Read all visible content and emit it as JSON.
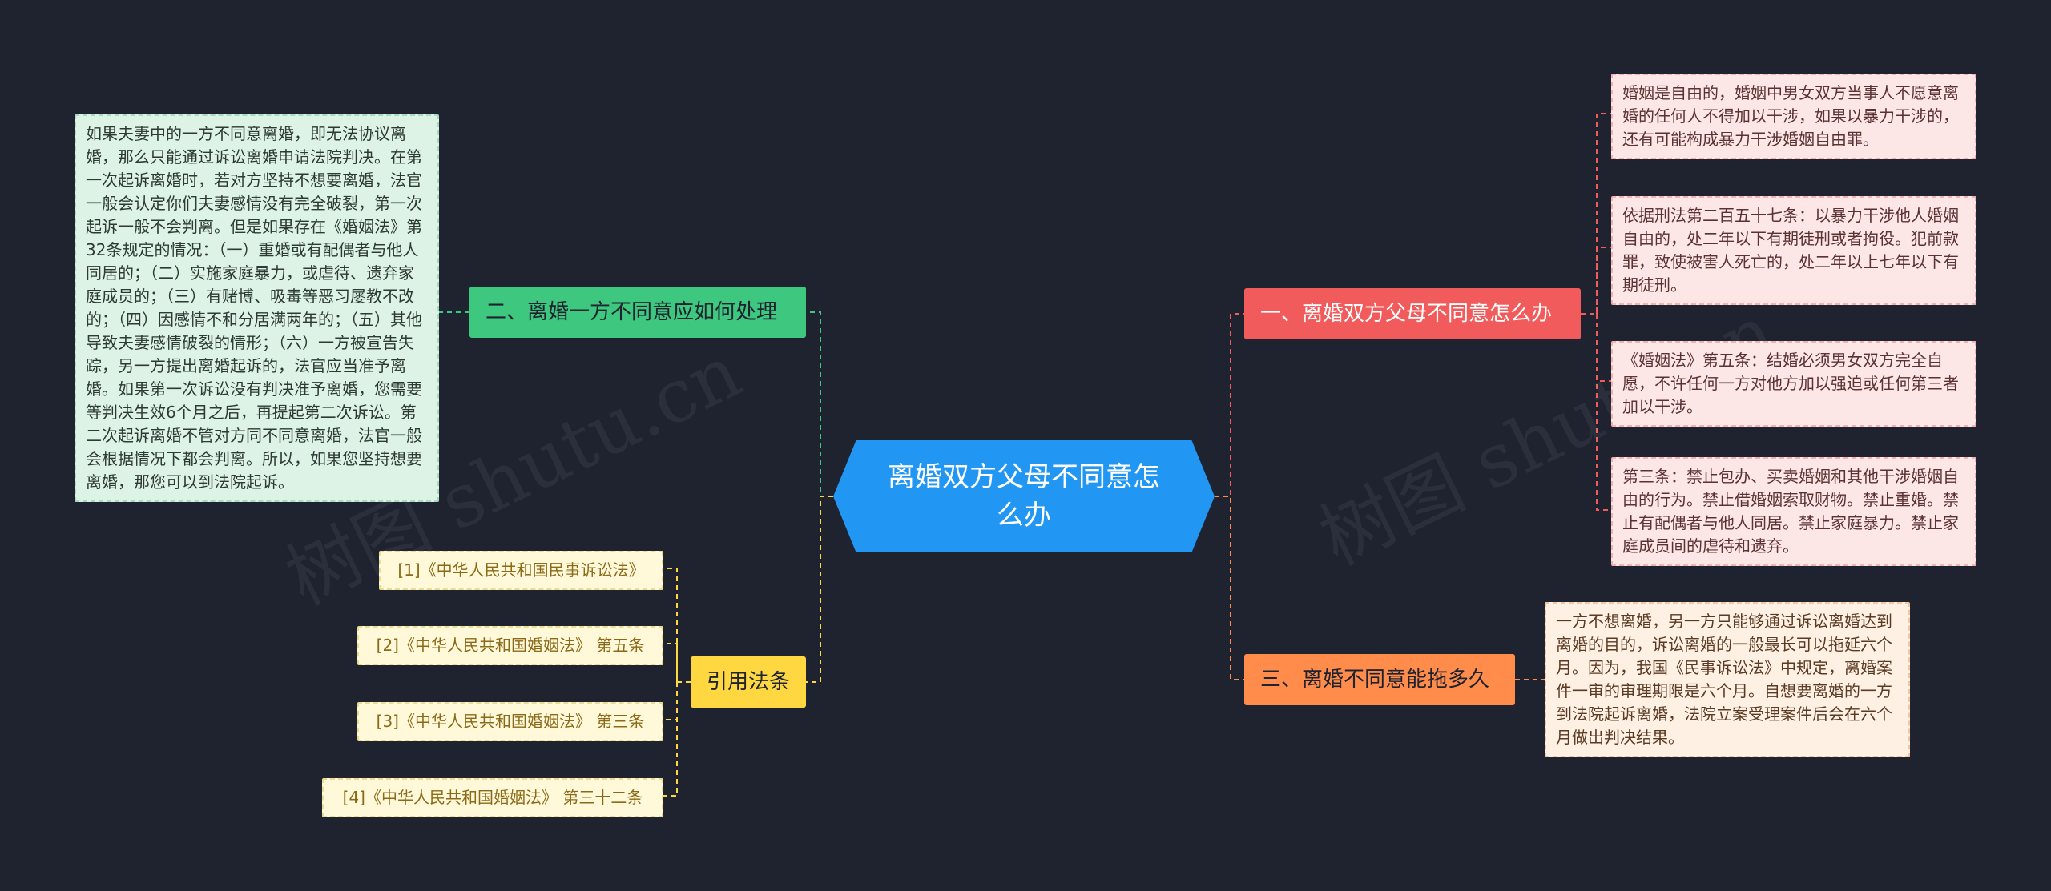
{
  "center": {
    "label": "离婚双方父母不同意怎么办"
  },
  "branches": {
    "b1": {
      "label": "一、离婚双方父母不同意怎么办"
    },
    "b2": {
      "label": "二、离婚一方不同意应如何处理"
    },
    "b3": {
      "label": "三、离婚不同意能拖多久"
    },
    "b4": {
      "label": "引用法条"
    }
  },
  "leaves": {
    "b1": [
      "婚姻是自由的，婚姻中男女双方当事人不愿意离婚的任何人不得加以干涉，如果以暴力干涉的，还有可能构成暴力干涉婚姻自由罪。",
      "依据刑法第二百五十七条：以暴力干涉他人婚姻自由的，处二年以下有期徒刑或者拘役。犯前款罪，致使被害人死亡的，处二年以上七年以下有期徒刑。",
      "《婚姻法》第五条：结婚必须男女双方完全自愿，不许任何一方对他方加以强迫或任何第三者加以干涉。",
      "第三条：禁止包办、买卖婚姻和其他干涉婚姻自由的行为。禁止借婚姻索取财物。禁止重婚。禁止有配偶者与他人同居。禁止家庭暴力。禁止家庭成员间的虐待和遗弃。"
    ],
    "b2": [
      "如果夫妻中的一方不同意离婚，即无法协议离婚，那么只能通过诉讼离婚申请法院判决。在第一次起诉离婚时，若对方坚持不想要离婚，法官一般会认定你们夫妻感情没有完全破裂，第一次起诉一般不会判离。但是如果存在《婚姻法》第32条规定的情况：（一）重婚或有配偶者与他人同居的；（二）实施家庭暴力，或虐待、遗弃家庭成员的；（三）有赌博、吸毒等恶习屡教不改的；（四）因感情不和分居满两年的；（五）其他导致夫妻感情破裂的情形；（六）一方被宣告失踪，另一方提出离婚起诉的，法官应当准予离婚。如果第一次诉讼没有判决准予离婚，您需要等判决生效6个月之后，再提起第二次诉讼。第二次起诉离婚不管对方同不同意离婚，法官一般会根据情况下都会判离。所以，如果您坚持想要离婚，那您可以到法院起诉。"
    ],
    "b3": [
      "一方不想离婚，另一方只能够通过诉讼离婚达到离婚的目的，诉讼离婚的一般最长可以拖延六个月。因为，我国《民事诉讼法》中规定，离婚案件一审的审理期限是六个月。自想要离婚的一方到法院起诉离婚，法院立案受理案件后会在六个月做出判决结果。"
    ],
    "b4": [
      "[1]《中华人民共和国民事诉讼法》",
      "[2]《中华人民共和国婚姻法》 第五条",
      "[3]《中华人民共和国婚姻法》 第三条",
      "[4]《中华人民共和国婚姻法》 第三十二条"
    ]
  },
  "watermarks": [
    "树图 shutu.cn",
    "树图 shutu.cn"
  ],
  "colors": {
    "background": "#1f2330",
    "center": "#2196f3",
    "b1": "#f15b5b",
    "b2": "#3ec77e",
    "b3": "#ff8c4a",
    "b4": "#ffd740"
  }
}
